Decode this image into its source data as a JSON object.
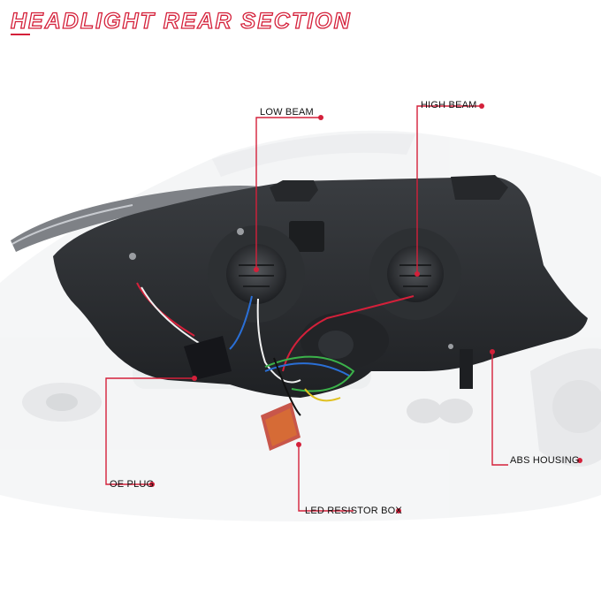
{
  "title": "Headlight Rear Section",
  "colors": {
    "accent": "#d4203a",
    "housing": "#2a2c2f",
    "car_bg": "#e9eaec"
  },
  "callouts": {
    "low_beam": "LOW BEAM",
    "high_beam": "HIGH BEAM",
    "oe_plug": "OE PLUG",
    "led_resistor_box": "LED RESISTOR BOX",
    "abs_housing": "ABS HOUSING"
  }
}
